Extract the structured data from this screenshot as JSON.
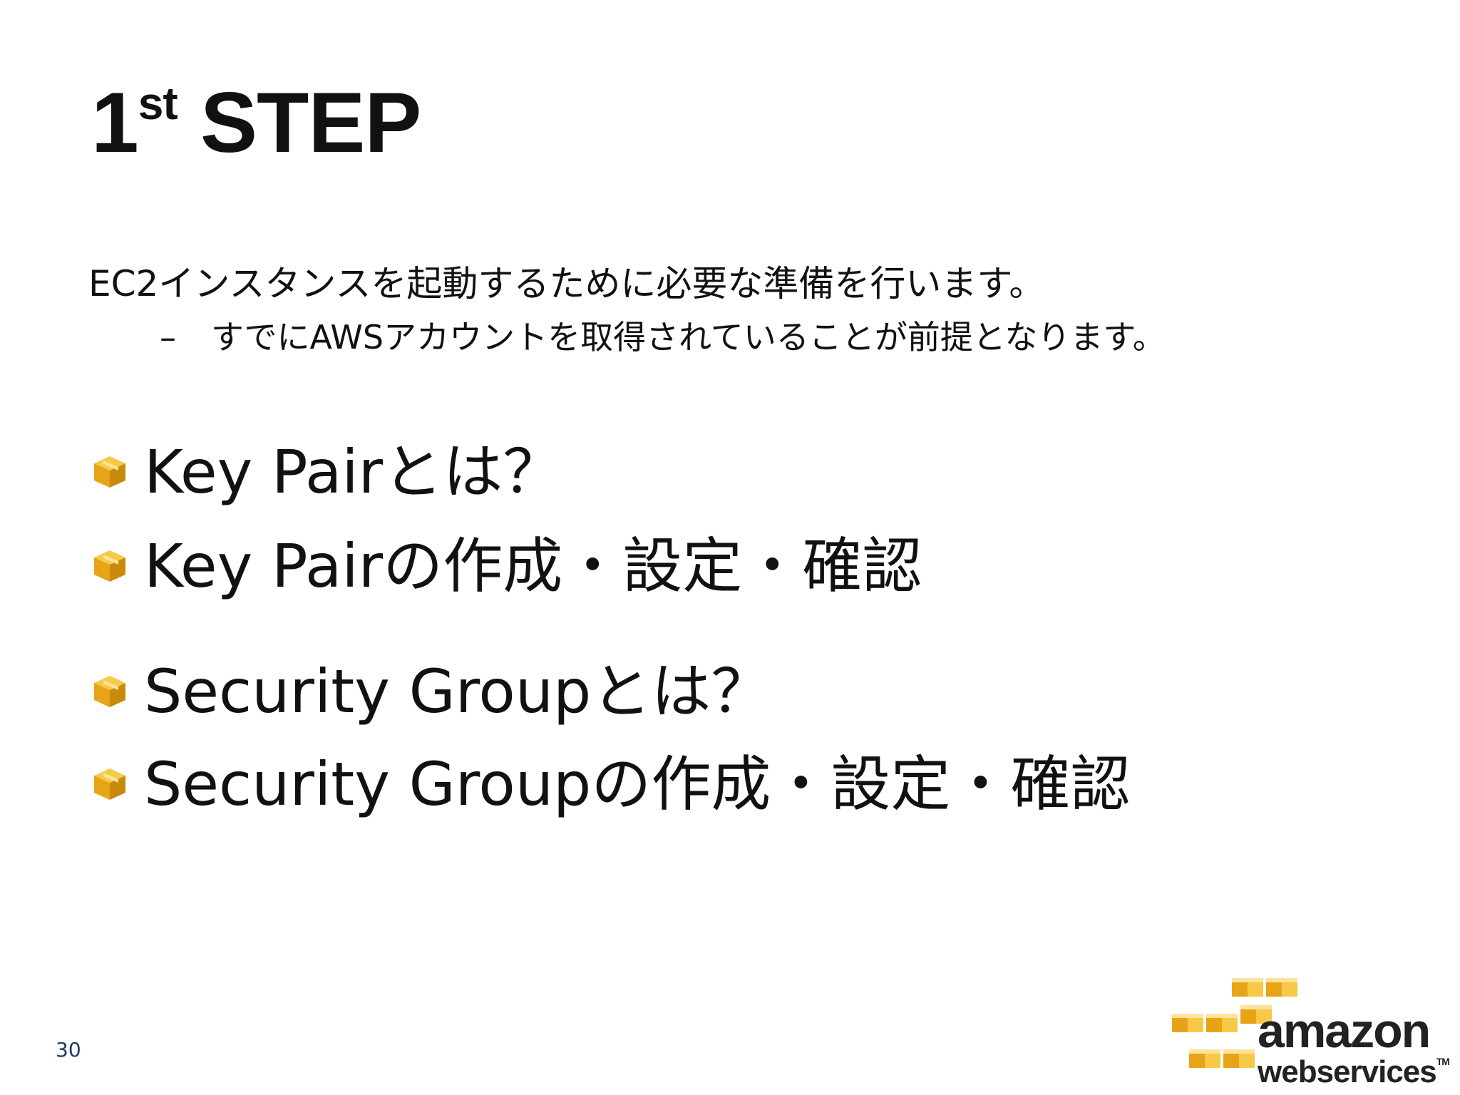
{
  "slide": {
    "title_main": "1",
    "title_sup": "st",
    "title_rest": " STEP",
    "intro": "EC2インスタンスを起動するために必要な準備を行います。",
    "sub_dash": "–",
    "sub_text": "すでにAWSアカウントを取得されていることが前提となります。",
    "bullets": [
      "Key Pairとは？",
      "Key Pairの作成・設定・確認",
      "Security Groupとは？",
      "Security Groupの作成・設定・確認"
    ],
    "page_number": "30"
  },
  "logo": {
    "line1": "amazon",
    "line2": "webservices",
    "tm": "TM"
  },
  "colors": {
    "cube_light": "#f7c948",
    "cube_mid": "#e8a417",
    "cube_dark": "#c98a0c",
    "page_number": "#1f3b6e"
  },
  "icons": {
    "bullet": "aws-cube-icon"
  }
}
